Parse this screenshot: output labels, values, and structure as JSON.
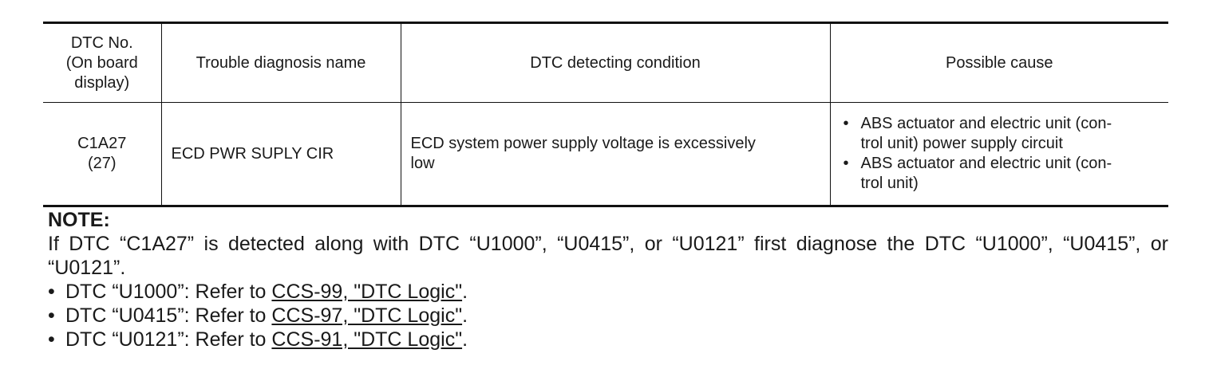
{
  "table": {
    "headers": {
      "dtc_no": "DTC No.\n(On board\ndisplay)",
      "name": "Trouble diagnosis name",
      "condition": "DTC detecting condition",
      "cause": "Possible cause"
    },
    "row": {
      "dtc_no": "C1A27\n(27)",
      "name": "ECD PWR SUPLY CIR",
      "condition": "ECD system power supply voltage is excessively\nlow",
      "causes": [
        "ABS actuator and electric unit (con-\ntrol unit) power supply circuit",
        "ABS actuator and electric unit (con-\ntrol unit)"
      ]
    }
  },
  "note": {
    "title": "NOTE:",
    "body": "If DTC “C1A27” is detected along with DTC “U1000”, “U0415”, or “U0121” first diagnose the DTC “U1000”, “U0415”, or “U0121”.",
    "bullet": "•",
    "refs": [
      {
        "prefix": "DTC “U1000”: Refer to ",
        "link": "CCS-99, \"DTC Logic\"",
        "suffix": "."
      },
      {
        "prefix": "DTC “U0415”: Refer to ",
        "link": "CCS-97, \"DTC Logic\"",
        "suffix": "."
      },
      {
        "prefix": "DTC “U0121”: Refer to ",
        "link": "CCS-91, \"DTC Logic\"",
        "suffix": "."
      }
    ]
  }
}
